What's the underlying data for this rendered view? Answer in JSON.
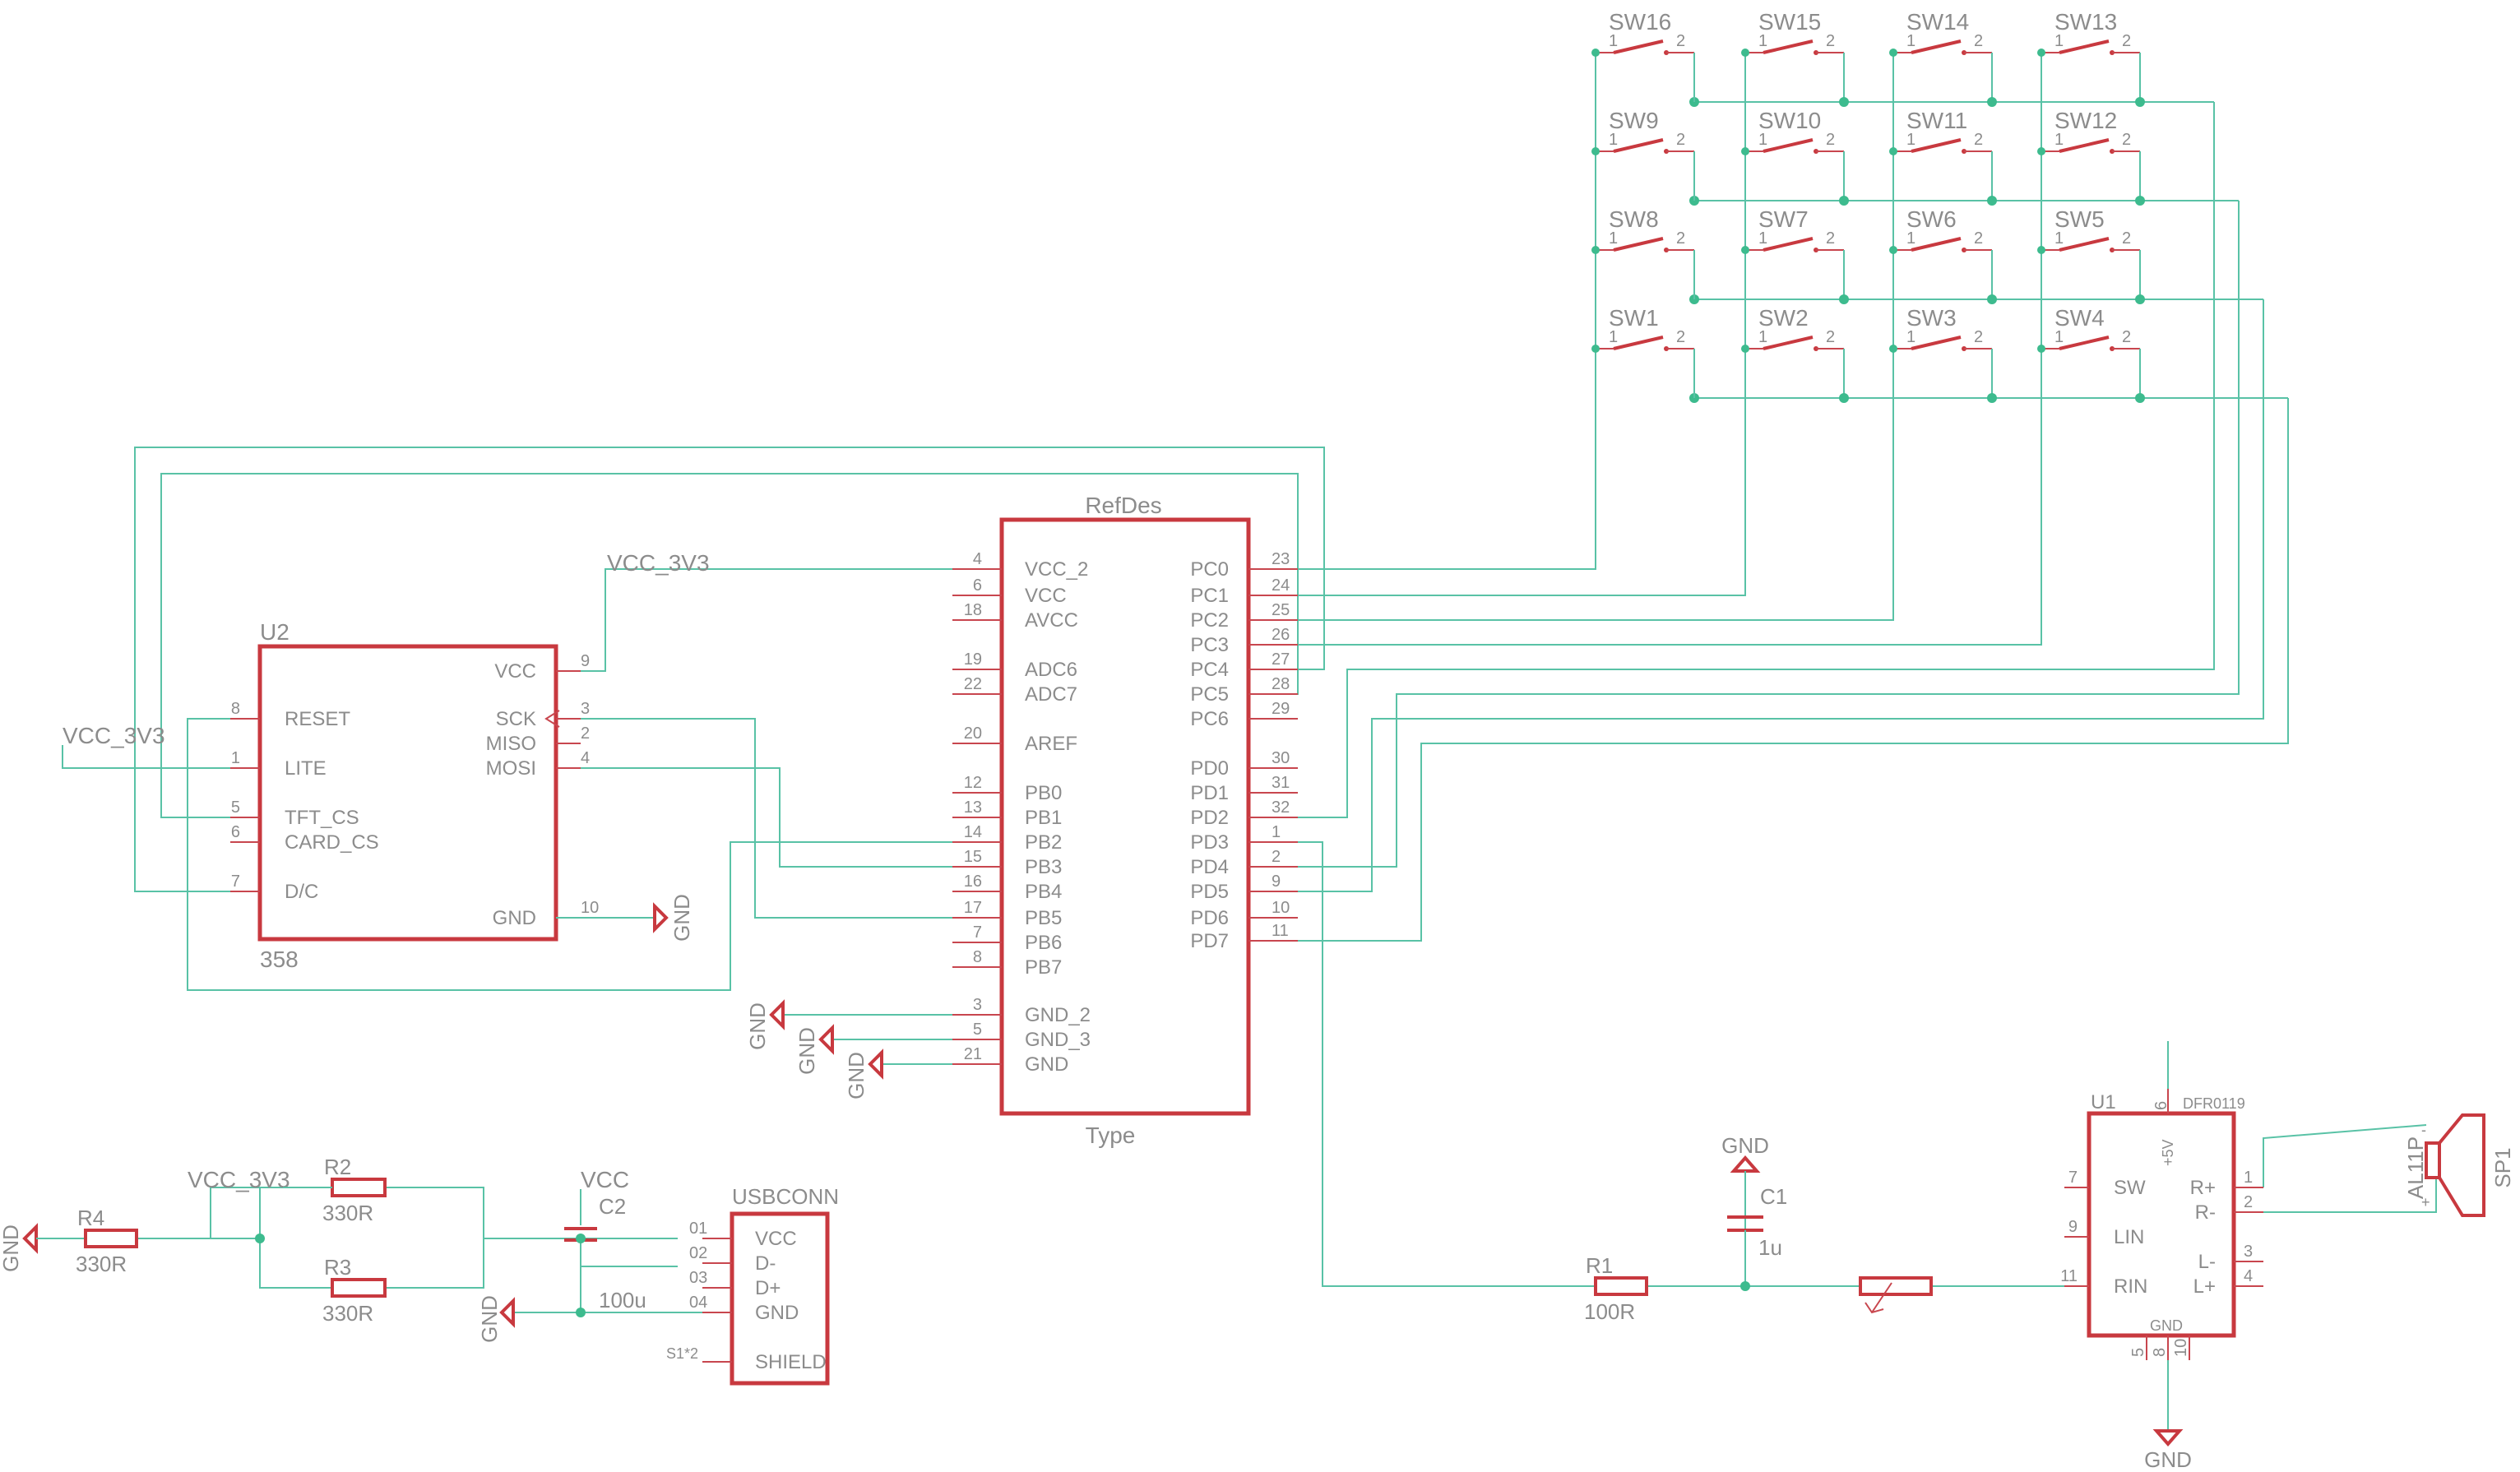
{
  "mcu": {
    "name": "RefDes",
    "value": "Type",
    "left_pins": [
      {
        "num": "4",
        "name": "VCC_2"
      },
      {
        "num": "6",
        "name": "VCC"
      },
      {
        "num": "18",
        "name": "AVCC"
      },
      {
        "num": "19",
        "name": "ADC6"
      },
      {
        "num": "22",
        "name": "ADC7"
      },
      {
        "num": "20",
        "name": "AREF"
      },
      {
        "num": "12",
        "name": "PB0"
      },
      {
        "num": "13",
        "name": "PB1"
      },
      {
        "num": "14",
        "name": "PB2"
      },
      {
        "num": "15",
        "name": "PB3"
      },
      {
        "num": "16",
        "name": "PB4"
      },
      {
        "num": "17",
        "name": "PB5"
      },
      {
        "num": "7",
        "name": "PB6"
      },
      {
        "num": "8",
        "name": "PB7"
      },
      {
        "num": "3",
        "name": "GND_2"
      },
      {
        "num": "5",
        "name": "GND_3"
      },
      {
        "num": "21",
        "name": "GND"
      }
    ],
    "right_pins": [
      {
        "num": "23",
        "name": "PC0"
      },
      {
        "num": "24",
        "name": "PC1"
      },
      {
        "num": "25",
        "name": "PC2"
      },
      {
        "num": "26",
        "name": "PC3"
      },
      {
        "num": "27",
        "name": "PC4"
      },
      {
        "num": "28",
        "name": "PC5"
      },
      {
        "num": "29",
        "name": "PC6"
      },
      {
        "num": "30",
        "name": "PD0"
      },
      {
        "num": "31",
        "name": "PD1"
      },
      {
        "num": "32",
        "name": "PD2"
      },
      {
        "num": "1",
        "name": "PD3"
      },
      {
        "num": "2",
        "name": "PD4"
      },
      {
        "num": "9",
        "name": "PD5"
      },
      {
        "num": "10",
        "name": "PD6"
      },
      {
        "num": "11",
        "name": "PD7"
      }
    ]
  },
  "display": {
    "name": "U2",
    "value": "358",
    "left_pins": [
      {
        "num": "8",
        "name": "RESET"
      },
      {
        "num": "1",
        "name": "LITE"
      },
      {
        "num": "5",
        "name": "TFT_CS"
      },
      {
        "num": "6",
        "name": "CARD_CS"
      },
      {
        "num": "7",
        "name": "D/C"
      }
    ],
    "right_pins": [
      {
        "num": "9",
        "name": "VCC"
      },
      {
        "num": "3",
        "name": "SCK"
      },
      {
        "num": "2",
        "name": "MISO"
      },
      {
        "num": "4",
        "name": "MOSI"
      },
      {
        "num": "10",
        "name": "GND"
      }
    ]
  },
  "keypad": {
    "rows": [
      [
        "SW16",
        "SW15",
        "SW14",
        "SW13"
      ],
      [
        "SW9",
        "SW10",
        "SW11",
        "SW12"
      ],
      [
        "SW8",
        "SW7",
        "SW6",
        "SW5"
      ],
      [
        "SW1",
        "SW2",
        "SW3",
        "SW4"
      ]
    ],
    "pin1": "1",
    "pin2": "2"
  },
  "power": {
    "r4": {
      "name": "R4",
      "value": "330R"
    },
    "r2": {
      "name": "R2",
      "value": "330R"
    },
    "r3": {
      "name": "R3",
      "value": "330R"
    },
    "c2": {
      "name": "C2",
      "value": "100u"
    },
    "usb": {
      "name": "USBCONN",
      "pins": [
        {
          "num": "01",
          "name": "VCC"
        },
        {
          "num": "02",
          "name": "D-"
        },
        {
          "num": "03",
          "name": "D+"
        },
        {
          "num": "04",
          "name": "GND"
        }
      ],
      "shield_num": "S1*2",
      "shield_name": "SHIELD"
    }
  },
  "audio": {
    "r1": {
      "name": "R1",
      "value": "100R"
    },
    "c1": {
      "name": "C1",
      "value": "1u"
    },
    "amp": {
      "name": "U1",
      "value": "DFR0119",
      "left_pins": [
        {
          "num": "7",
          "name": "SW"
        },
        {
          "num": "9",
          "name": "LIN"
        },
        {
          "num": "11",
          "name": "RIN"
        }
      ],
      "right_pins": [
        {
          "num": "1",
          "name": "R+"
        },
        {
          "num": "2",
          "name": "R-"
        },
        {
          "num": "3",
          "name": "L-"
        },
        {
          "num": "4",
          "name": "L+"
        }
      ],
      "top_pin": {
        "num": "6",
        "name": "+5V"
      },
      "bottom_pins": [
        "5",
        "8",
        "10"
      ],
      "bottom_name": "GND"
    },
    "speaker": {
      "name": "SP1",
      "value": "AL11P",
      "plus": "+",
      "minus": "-"
    }
  },
  "nets": {
    "vcc_3v3": "VCC_3V3",
    "vcc": "VCC",
    "gnd": "GND"
  },
  "colors": {
    "wire": "#59c2a6",
    "junction": "#3dbb8e",
    "symbol": "#c8393f",
    "text": "#8c8c8c",
    "background": "#ffffff"
  }
}
